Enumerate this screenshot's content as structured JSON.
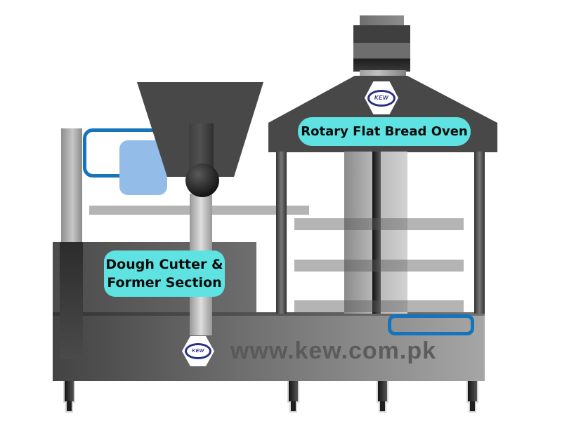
{
  "labels": {
    "oven": "Rotary Flat Bread Oven",
    "cutter_line1": "Dough Cutter &",
    "cutter_line2": "Former Section"
  },
  "branding": {
    "website": "www.kew.com.pk",
    "logo_text": "KEW"
  },
  "colors": {
    "label_bg_cyan": "#5EE2E2",
    "accent_blue": "#1574BB",
    "light_blue_fill": "#93BDE8",
    "machine_dark_gray": "#484848",
    "logo_navy": "#2B2F85",
    "website_text_gray": "#58585B"
  }
}
